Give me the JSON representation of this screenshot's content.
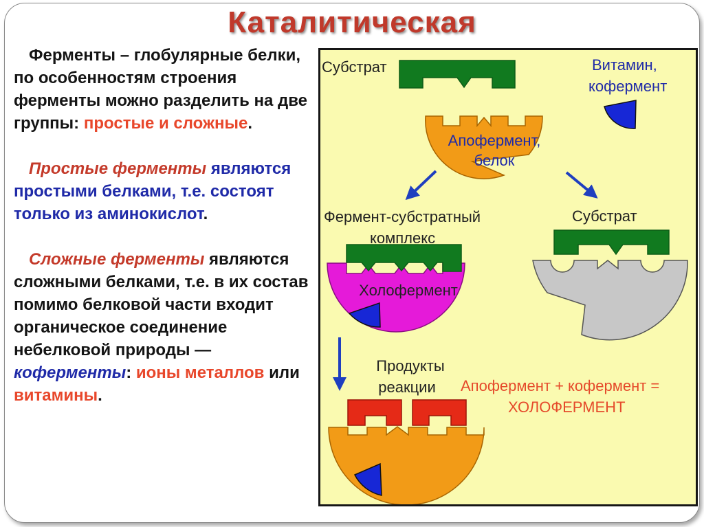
{
  "title": "Каталитическая",
  "intro": {
    "text": "Ферменты – глобулярные белки, по особенностям строения ферменты можно разделить на две группы:",
    "groups": "простые и сложные",
    "end": "."
  },
  "simple": {
    "head": "Простые ферменты",
    "body": "являются простыми белками, т.е. состоят только из аминокислот",
    "end": "."
  },
  "complex": {
    "head": "Сложные ферменты",
    "body": "являются сложными белками, т.е. в их состав помимо белковой части входит органическое соединение небелковой природы —",
    "coenzymes": "коферменты",
    "colon": ":",
    "ions": "ионы металлов",
    "or": "или",
    "vitamins": "витамины",
    "end": "."
  },
  "diagram": {
    "substrate_top": "Субстрат",
    "vitamin_l1": "Витамин,",
    "vitamin_l2": "кофермент",
    "apoenzyme_l1": "Апофермент,",
    "apoenzyme_l2": "белок",
    "complex_l1": "Фермент-субстратный",
    "complex_l2": "комплекс",
    "substrate_right": "Субстрат",
    "holoenzyme": "Холофермент",
    "products_l1": "Продукты",
    "products_l2": "реакции",
    "equation_l1": "Апофермент + кофермент =",
    "equation_l2": "ХОЛОФЕРМЕНТ",
    "colors": {
      "substrate": "#117a1f",
      "apoenzyme": "#f29b17",
      "holoenzyme": "#e51ad9",
      "inactive": "#c7c7c7",
      "coenzyme": "#1727d6",
      "products": "#e52a17",
      "arrow": "#1f3fbf",
      "panel": "#fafab0"
    }
  }
}
